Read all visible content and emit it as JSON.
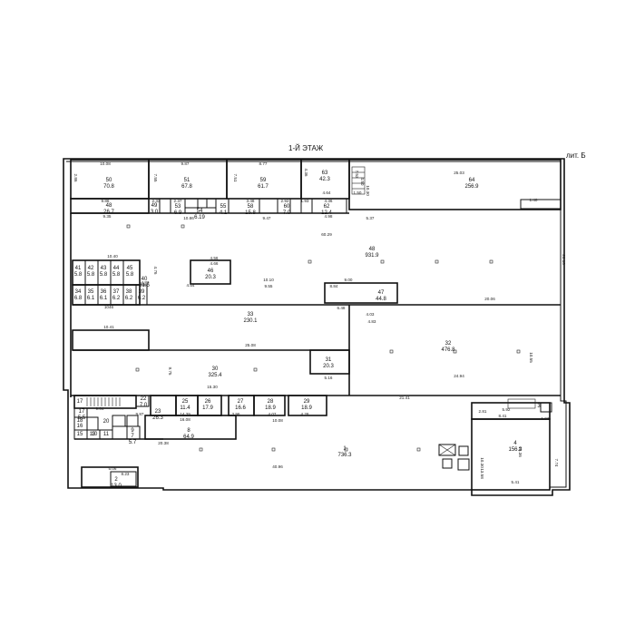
{
  "plan": {
    "floor_title": "1-Й ЭТАЖ",
    "lit_label": "лит. Б",
    "rooms": [
      {
        "num": "50",
        "area": "70.8"
      },
      {
        "num": "51",
        "area": "67.8"
      },
      {
        "num": "59",
        "area": "61.7"
      },
      {
        "num": "63",
        "area": "42.3"
      },
      {
        "num": "64",
        "area": "256.9"
      },
      {
        "num": "48",
        "area": "26.7"
      },
      {
        "num": "49",
        "area": "3.0"
      },
      {
        "num": "53",
        "area": "6.9"
      },
      {
        "num": "54",
        "area": "6.19"
      },
      {
        "num": "55",
        "area": "4.1"
      },
      {
        "num": "58",
        "area": "15.8"
      },
      {
        "num": "60",
        "area": "7.0"
      },
      {
        "num": "62",
        "area": "12.4"
      },
      {
        "num": "48",
        "area": "931.9"
      },
      {
        "num": "41",
        "area": "5.8"
      },
      {
        "num": "42",
        "area": "5.8"
      },
      {
        "num": "43",
        "area": "5.8"
      },
      {
        "num": "44",
        "area": "5.8"
      },
      {
        "num": "45",
        "area": "5.8"
      },
      {
        "num": "46",
        "area": "20.3"
      },
      {
        "num": "34",
        "area": "6.8"
      },
      {
        "num": "35",
        "area": "6.1"
      },
      {
        "num": "36",
        "area": "6.1"
      },
      {
        "num": "37",
        "area": "6.2"
      },
      {
        "num": "38",
        "area": "6.2"
      },
      {
        "num": "39",
        "area": "6.2"
      },
      {
        "num": "40",
        "area": "21.5"
      },
      {
        "num": "47",
        "area": "44.8"
      },
      {
        "num": "33",
        "area": "230.1"
      },
      {
        "num": "31",
        "area": "20.3"
      },
      {
        "num": "32",
        "area": "476.8"
      },
      {
        "num": "30",
        "area": "325.4"
      },
      {
        "num": "17",
        "area": ""
      },
      {
        "num": "17",
        "area": "5.5"
      },
      {
        "num": "22",
        "area": "7.0"
      },
      {
        "num": "23",
        "area": "26.3"
      },
      {
        "num": "25",
        "area": "11.4"
      },
      {
        "num": "26",
        "area": "17.9"
      },
      {
        "num": "27",
        "area": "16.6"
      },
      {
        "num": "28",
        "area": "18.9"
      },
      {
        "num": "29",
        "area": "18.9"
      },
      {
        "num": "18",
        "area": ""
      },
      {
        "num": "16",
        "area": ""
      },
      {
        "num": "15",
        "area": ""
      },
      {
        "num": "20",
        "area": ""
      },
      {
        "num": "9",
        "area": ""
      },
      {
        "num": "8",
        "area": "64.9"
      },
      {
        "num": "13",
        "area": ""
      },
      {
        "num": "11",
        "area": ""
      },
      {
        "num": "10",
        "area": ""
      },
      {
        "num": "7",
        "area": "5.7"
      },
      {
        "num": "1",
        "area": "736.3"
      },
      {
        "num": "2",
        "area": "13.0"
      },
      {
        "num": "4",
        "area": "156.3"
      },
      {
        "num": "3",
        "area": ""
      }
    ],
    "dimensions": [
      "10.08",
      "9.87",
      "8.77",
      "25.03",
      "2.86",
      "7.55",
      "7.51",
      "4.36",
      "7.53",
      "4.50",
      "4.64",
      "1.50",
      "10.30",
      "1.40",
      "9.86",
      "2.33",
      "2.37",
      "3.48",
      "2.92",
      "1.93",
      "4.36",
      "9.35",
      "10.86",
      "9.47",
      "4.98",
      "5.37",
      "60.29",
      "9.00",
      "10.40",
      "4.56",
      "4.66",
      "4.76",
      "4.83",
      "4.54",
      "10.10",
      "9.55",
      "8.84",
      "6.48",
      "4.03",
      "4.83",
      "20.06",
      "1046",
      "10.41",
      "25.08",
      "15.30",
      "21.41",
      "24.94",
      "9.04",
      "9.87",
      "14.39",
      "16.08",
      "3.96",
      "10.08",
      "4.07",
      "4.28",
      "2.81",
      "5.92",
      "8.41",
      "1.93",
      "20.38",
      "40.96",
      "5.06",
      "5.41",
      "8.23",
      "10.55",
      "20.10",
      "5.16",
      "9.75",
      "10.30",
      "7.74",
      "16.36",
      "13.58"
    ]
  }
}
